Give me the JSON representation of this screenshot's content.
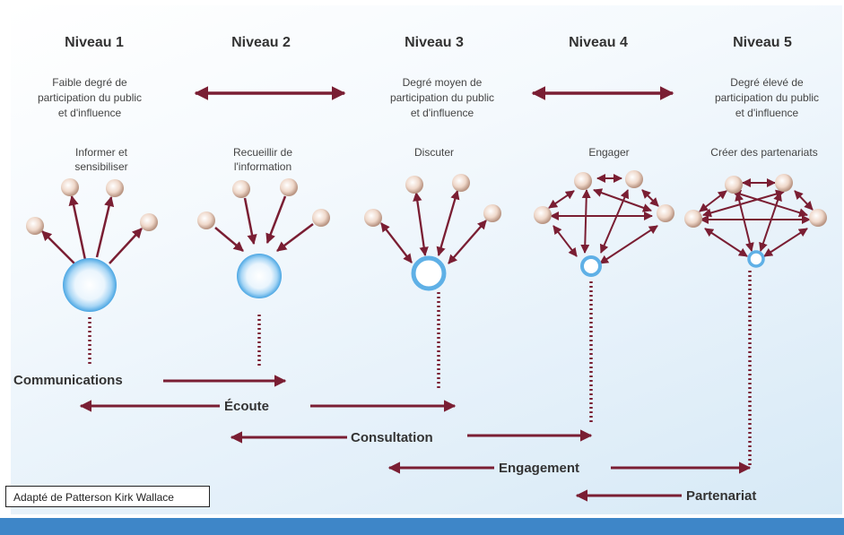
{
  "levels": [
    {
      "title": "Niveau 1"
    },
    {
      "title": "Niveau 2"
    },
    {
      "title": "Niveau 3"
    },
    {
      "title": "Niveau 4"
    },
    {
      "title": "Niveau 5"
    }
  ],
  "degrees": {
    "low": [
      "Faible degré de",
      "participation du public",
      "et d'influence"
    ],
    "medium": [
      "Degré moyen de",
      "participation du public",
      "et d'influence"
    ],
    "high": [
      "Degré élevé de",
      "participation du public",
      "et d'influence"
    ]
  },
  "activities": [
    [
      "Informer et",
      "sensibiliser"
    ],
    [
      "Recueillir de",
      "l'information"
    ],
    [
      "Discuter"
    ],
    [
      "Engager"
    ],
    [
      "Créer des partenariats"
    ]
  ],
  "bands": [
    "Communications",
    "Écoute",
    "Consultation",
    "Engagement",
    "Partenariat"
  ],
  "caption": "Adapté de Patterson Kirk Wallace",
  "colors": {
    "arrow": "#7a1e33",
    "circle": "#5fb0e6",
    "node": "#e8d2c4",
    "bottom_bar": "#3e86c8"
  }
}
